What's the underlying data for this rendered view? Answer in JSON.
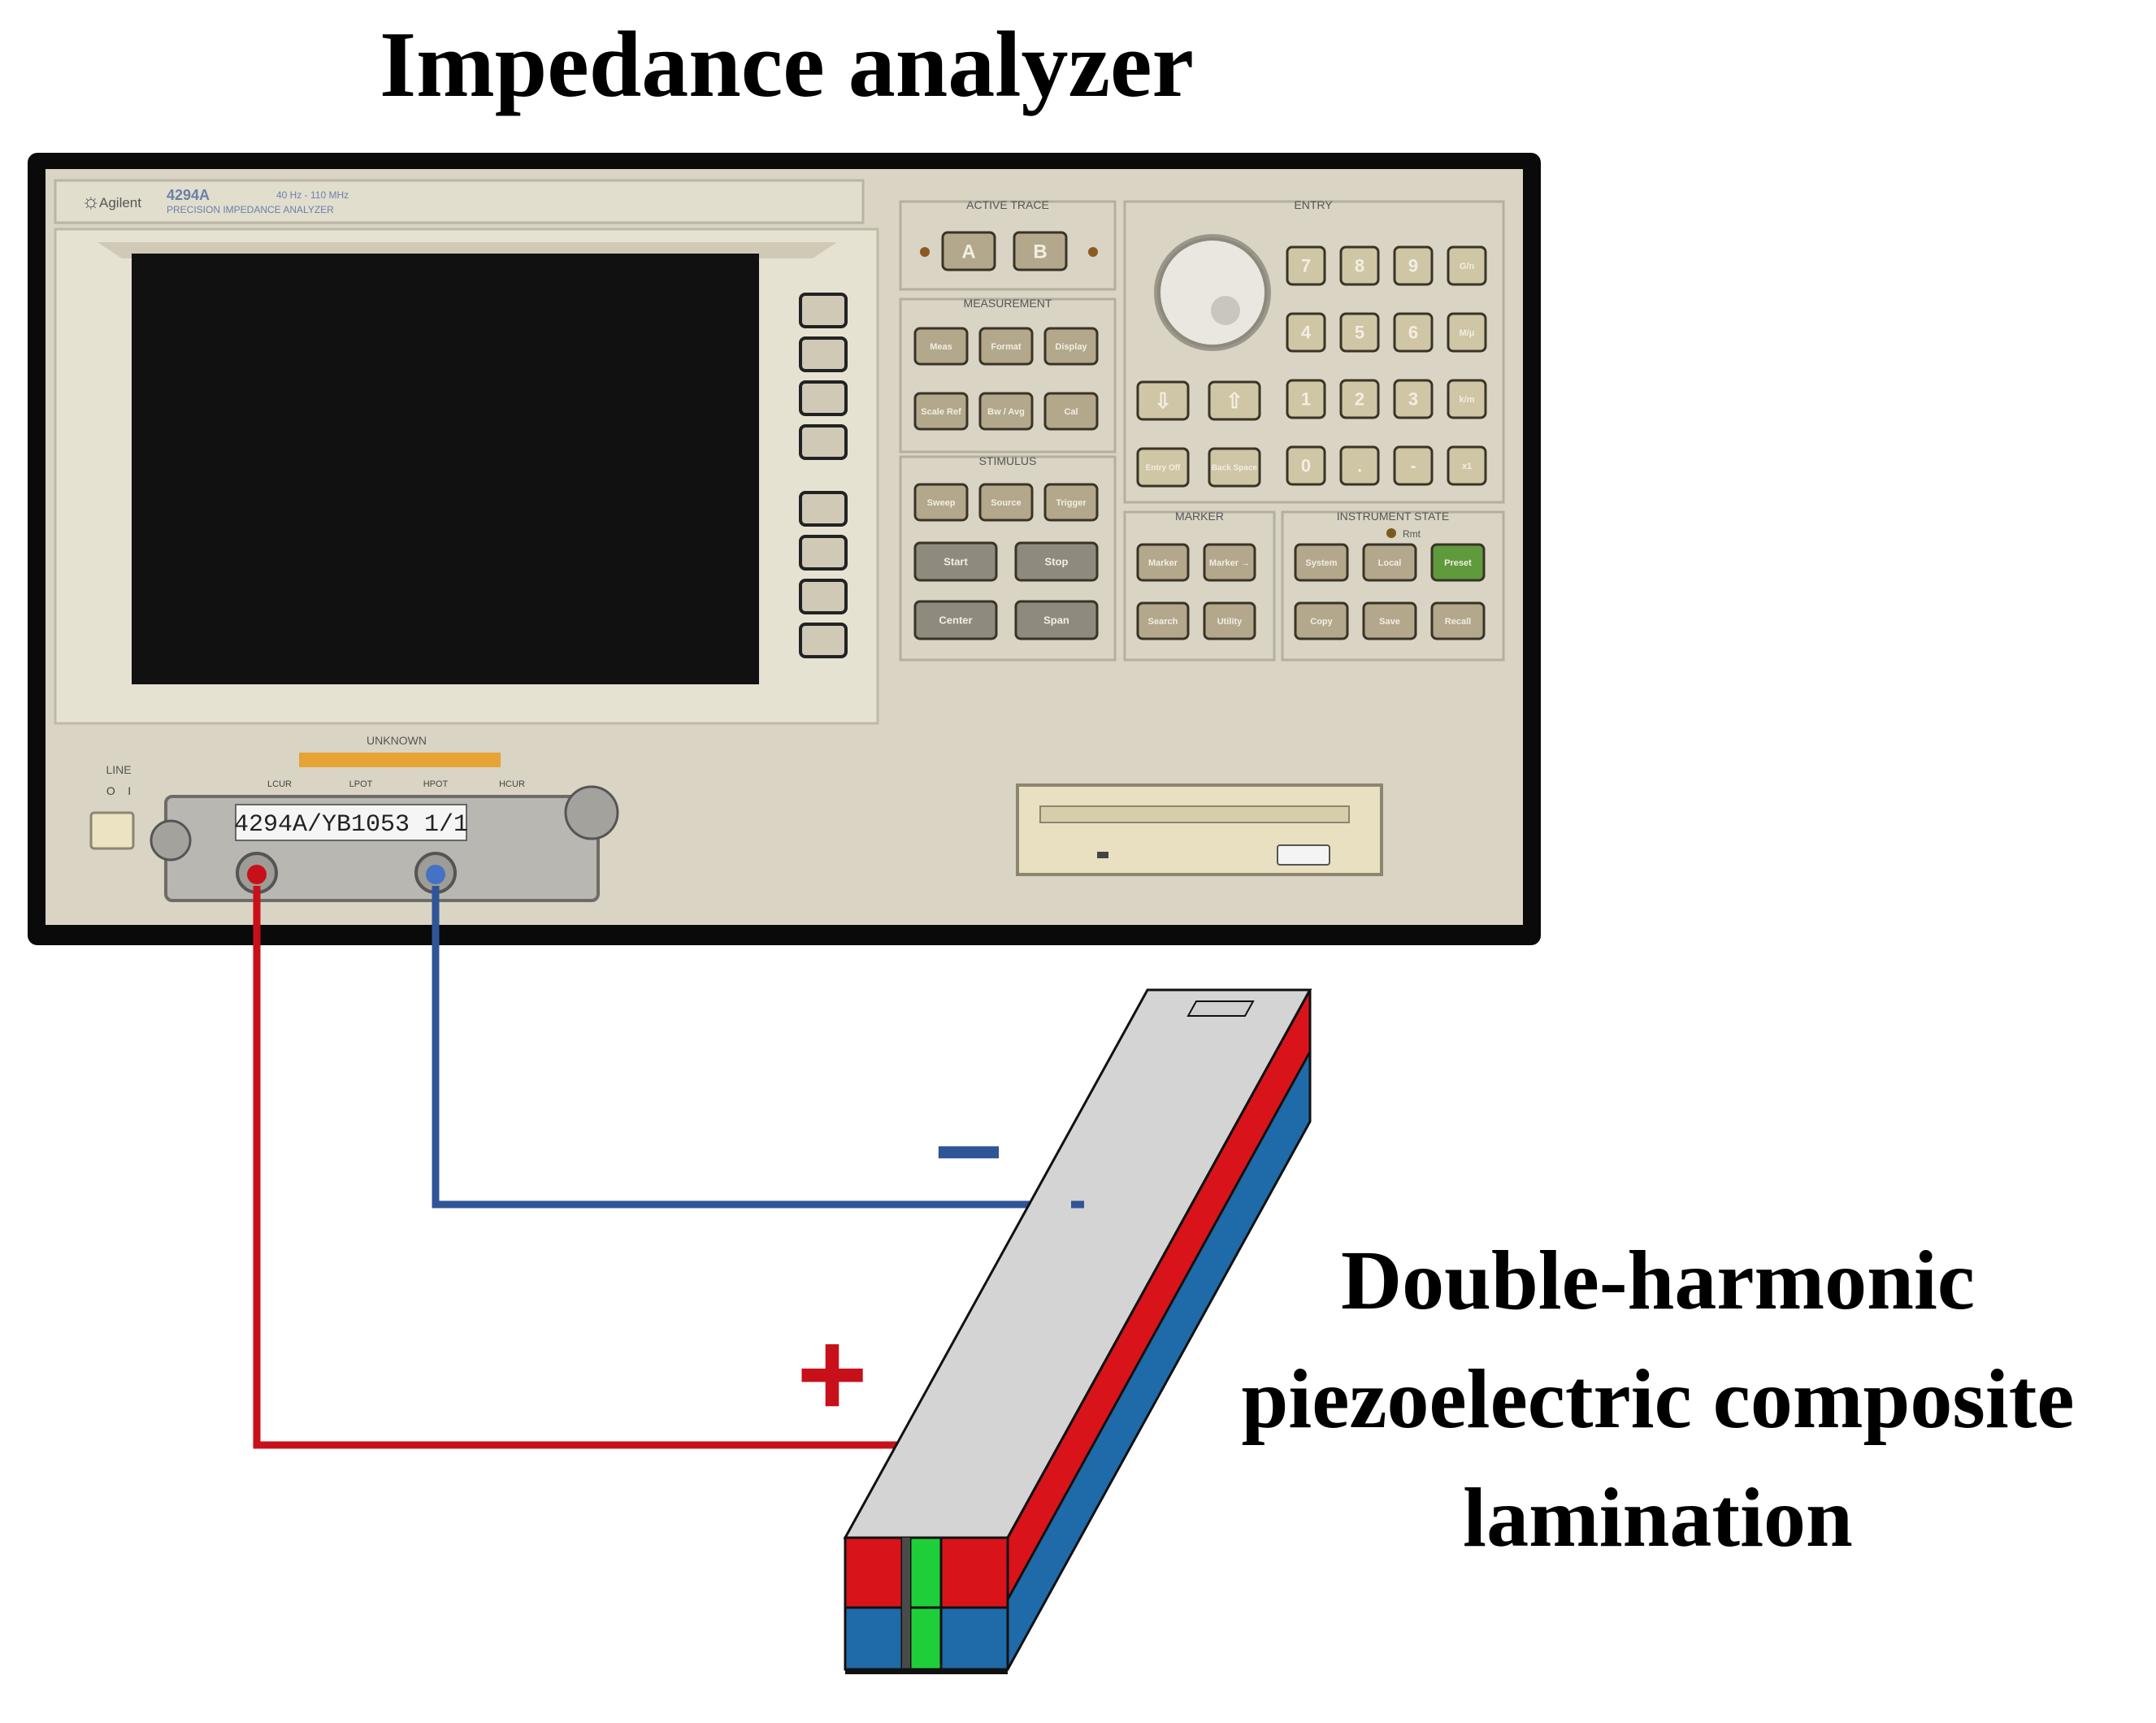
{
  "titles": {
    "analyzer": "Impedance analyzer",
    "sample_line1": "Double-harmonic",
    "sample_line2": "piezoelectric composite",
    "sample_line3": "lamination"
  },
  "polarity": {
    "minus": "–",
    "plus": "+"
  },
  "instrument": {
    "brand": "Agilent",
    "model": "4294A",
    "range": "40 Hz - 110 MHz",
    "subtitle": "PRECISION IMPEDANCE ANALYZER",
    "unknown_label": "UNKNOWN",
    "line_label": "LINE",
    "fixture_label": "4294A/YB1053 1/1",
    "port_labels": [
      "LCUR",
      "LPOT",
      "HPOT",
      "HCUR"
    ],
    "floppy_label": "",
    "sections": {
      "active_trace": "ACTIVE TRACE",
      "measurement": "MEASUREMENT",
      "stimulus": "STIMULUS",
      "entry": "ENTRY",
      "marker": "MARKER",
      "instrument_state": "INSTRUMENT STATE",
      "rmt": "Rmt"
    },
    "trace_keys": [
      "A",
      "B"
    ],
    "measurement_keys": [
      "Meas",
      "Format",
      "Display",
      "Scale Ref",
      "Bw / Avg",
      "Cal"
    ],
    "stimulus_keys_small": [
      "Sweep",
      "Source",
      "Trigger"
    ],
    "stimulus_keys_large": [
      "Start",
      "Stop",
      "Center",
      "Span"
    ],
    "entry_keys": [
      "7",
      "8",
      "9",
      "G/n",
      "4",
      "5",
      "6",
      "M/μ",
      "1",
      "2",
      "3",
      "k/m",
      "0",
      ".",
      "-",
      "x1"
    ],
    "arrow_keys": [
      "⇩",
      "⇧"
    ],
    "edit_keys": [
      "Entry Off",
      "Back Space"
    ],
    "marker_keys": [
      "Marker",
      "Marker →",
      "Search",
      "Utility"
    ],
    "state_keys": [
      "System",
      "Local",
      "Preset",
      "Copy",
      "Save",
      "Recall"
    ]
  },
  "colors": {
    "positive_wire": "#c8101a",
    "negative_wire": "#2f5597",
    "layer_top": "#d4d4d4",
    "layer_red": "#d8141a",
    "layer_blue": "#1f6aa8",
    "layer_green": "#1fcf3a",
    "panel": "#d9d4c3",
    "screen": "#111111"
  }
}
